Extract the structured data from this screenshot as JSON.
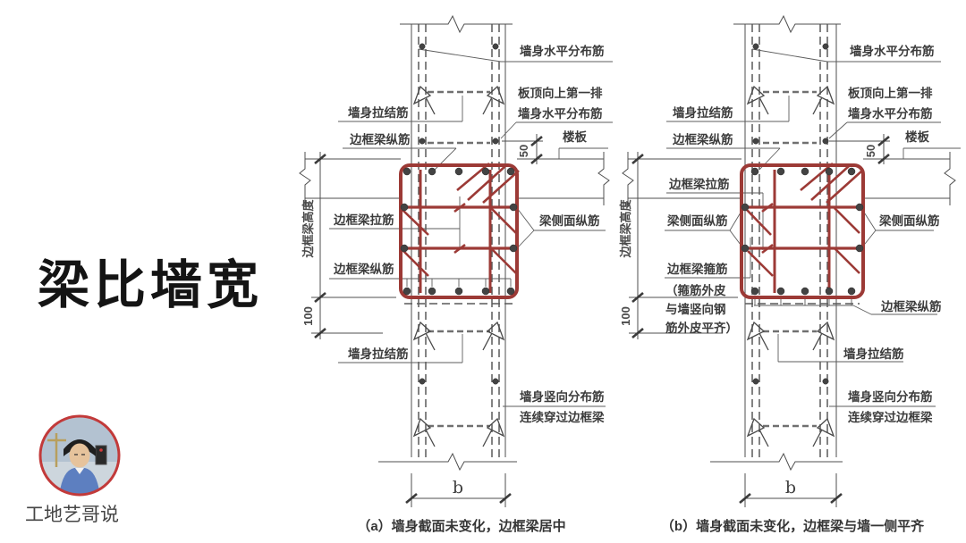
{
  "title": {
    "text": "梁比墙宽"
  },
  "author": {
    "name": "工地艺哥说"
  },
  "colors": {
    "rebar_red": "#9c3a36",
    "line_gray": "#4f4f4f",
    "dot_gray": "#434343",
    "avatar_ring_red": "#c23a3a"
  },
  "diagram_a": {
    "caption": "（a）墙身截面未变化，边框梁居中",
    "dims": {
      "beam_height": "边框梁高度",
      "hundred": "100",
      "fifty": "50",
      "width_b": "b"
    },
    "labels": {
      "wall_horizontal_top": "墙身水平分布筋",
      "first_row_above_slab_line1": "板顶向上第一排",
      "first_row_above_slab_line2": "墙身水平分布筋",
      "slab": "楼板",
      "wall_tie_top": "墙身拉结筋",
      "frame_beam_longitudinal_top": "边框梁纵筋",
      "frame_beam_tie": "边框梁拉筋",
      "frame_beam_longitudinal_bottom": "边框梁纵筋",
      "beam_side_longitudinal": "梁侧面纵筋",
      "wall_tie_bottom": "墙身拉结筋",
      "wall_vertical_line1": "墙身竖向分布筋",
      "wall_vertical_line2": "连续穿过边框梁"
    }
  },
  "diagram_b": {
    "caption": "（b）墙身截面未变化，边框梁与墙一侧平齐",
    "dims": {
      "beam_height": "边框梁高度",
      "hundred": "100",
      "fifty": "50",
      "width_b": "b"
    },
    "labels": {
      "wall_horizontal_top": "墙身水平分布筋",
      "first_row_above_slab_line1": "板顶向上第一排",
      "first_row_above_slab_line2": "墙身水平分布筋",
      "slab": "楼板",
      "wall_tie_top": "墙身拉结筋",
      "frame_beam_longitudinal_top": "边框梁纵筋",
      "frame_beam_tie": "边框梁拉筋",
      "beam_side_longitudinal_left": "梁侧面纵筋",
      "frame_beam_stirrup_line1": "边框梁箍筋",
      "frame_beam_stirrup_line2": "（箍筋外皮",
      "frame_beam_stirrup_line3": "与墙竖向钢",
      "frame_beam_stirrup_line4": "筋外皮平齐）",
      "beam_side_longitudinal_right": "梁侧面纵筋",
      "frame_beam_longitudinal_right": "边框梁纵筋",
      "wall_tie_bottom": "墙身拉结筋",
      "wall_vertical_line1": "墙身竖向分布筋",
      "wall_vertical_line2": "连续穿过边框梁"
    }
  }
}
